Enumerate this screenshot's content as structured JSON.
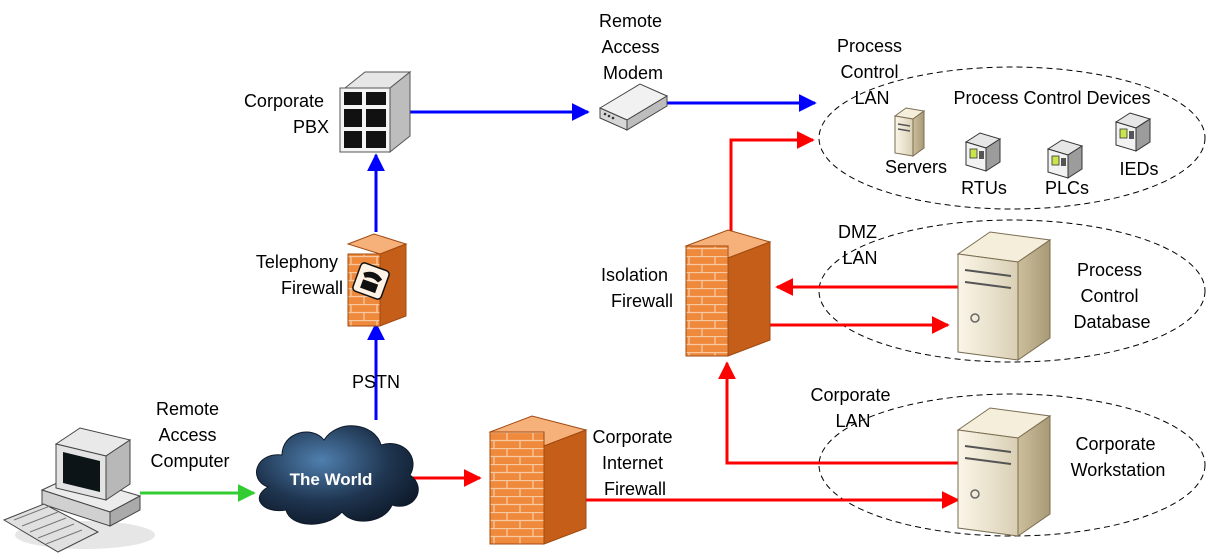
{
  "labels": {
    "remote_access_modem": [
      "Remote",
      "Access",
      "Modem"
    ],
    "corporate_pbx": [
      "Corporate",
      "PBX"
    ],
    "telephony_firewall": [
      "Telephony",
      "Firewall"
    ],
    "pstn": "PSTN",
    "remote_access_computer": [
      "Remote",
      "Access",
      "Computer"
    ],
    "the_world": "The World",
    "corporate_internet_firewall": [
      "Corporate",
      "Internet",
      "Firewall"
    ],
    "isolation_firewall": [
      "Isolation",
      "Firewall"
    ],
    "process_control_lan": [
      "Process",
      "Control",
      "LAN"
    ],
    "process_control_devices": "Process Control Devices",
    "servers": "Servers",
    "rtus": "RTUs",
    "plcs": "PLCs",
    "ieds": "IEDs",
    "dmz_lan": [
      "DMZ",
      "LAN"
    ],
    "process_control_database": [
      "Process",
      "Control",
      "Database"
    ],
    "corporate_lan": [
      "Corporate",
      "LAN"
    ],
    "corporate_workstation": [
      "Corporate",
      "Workstation"
    ]
  },
  "colors": {
    "blue_link": "#0000ff",
    "red_link": "#ff0000",
    "green_link": "#33cc33",
    "firewall_orange": "#e8782a",
    "cloud_dark": "#233a55"
  },
  "icons": {
    "pbx": "pbx-switch-icon",
    "modem": "modem-icon",
    "firewall": "brick-firewall-icon",
    "cloud": "cloud-icon",
    "computer": "desktop-computer-icon",
    "server": "tower-server-icon",
    "device": "field-device-icon"
  }
}
